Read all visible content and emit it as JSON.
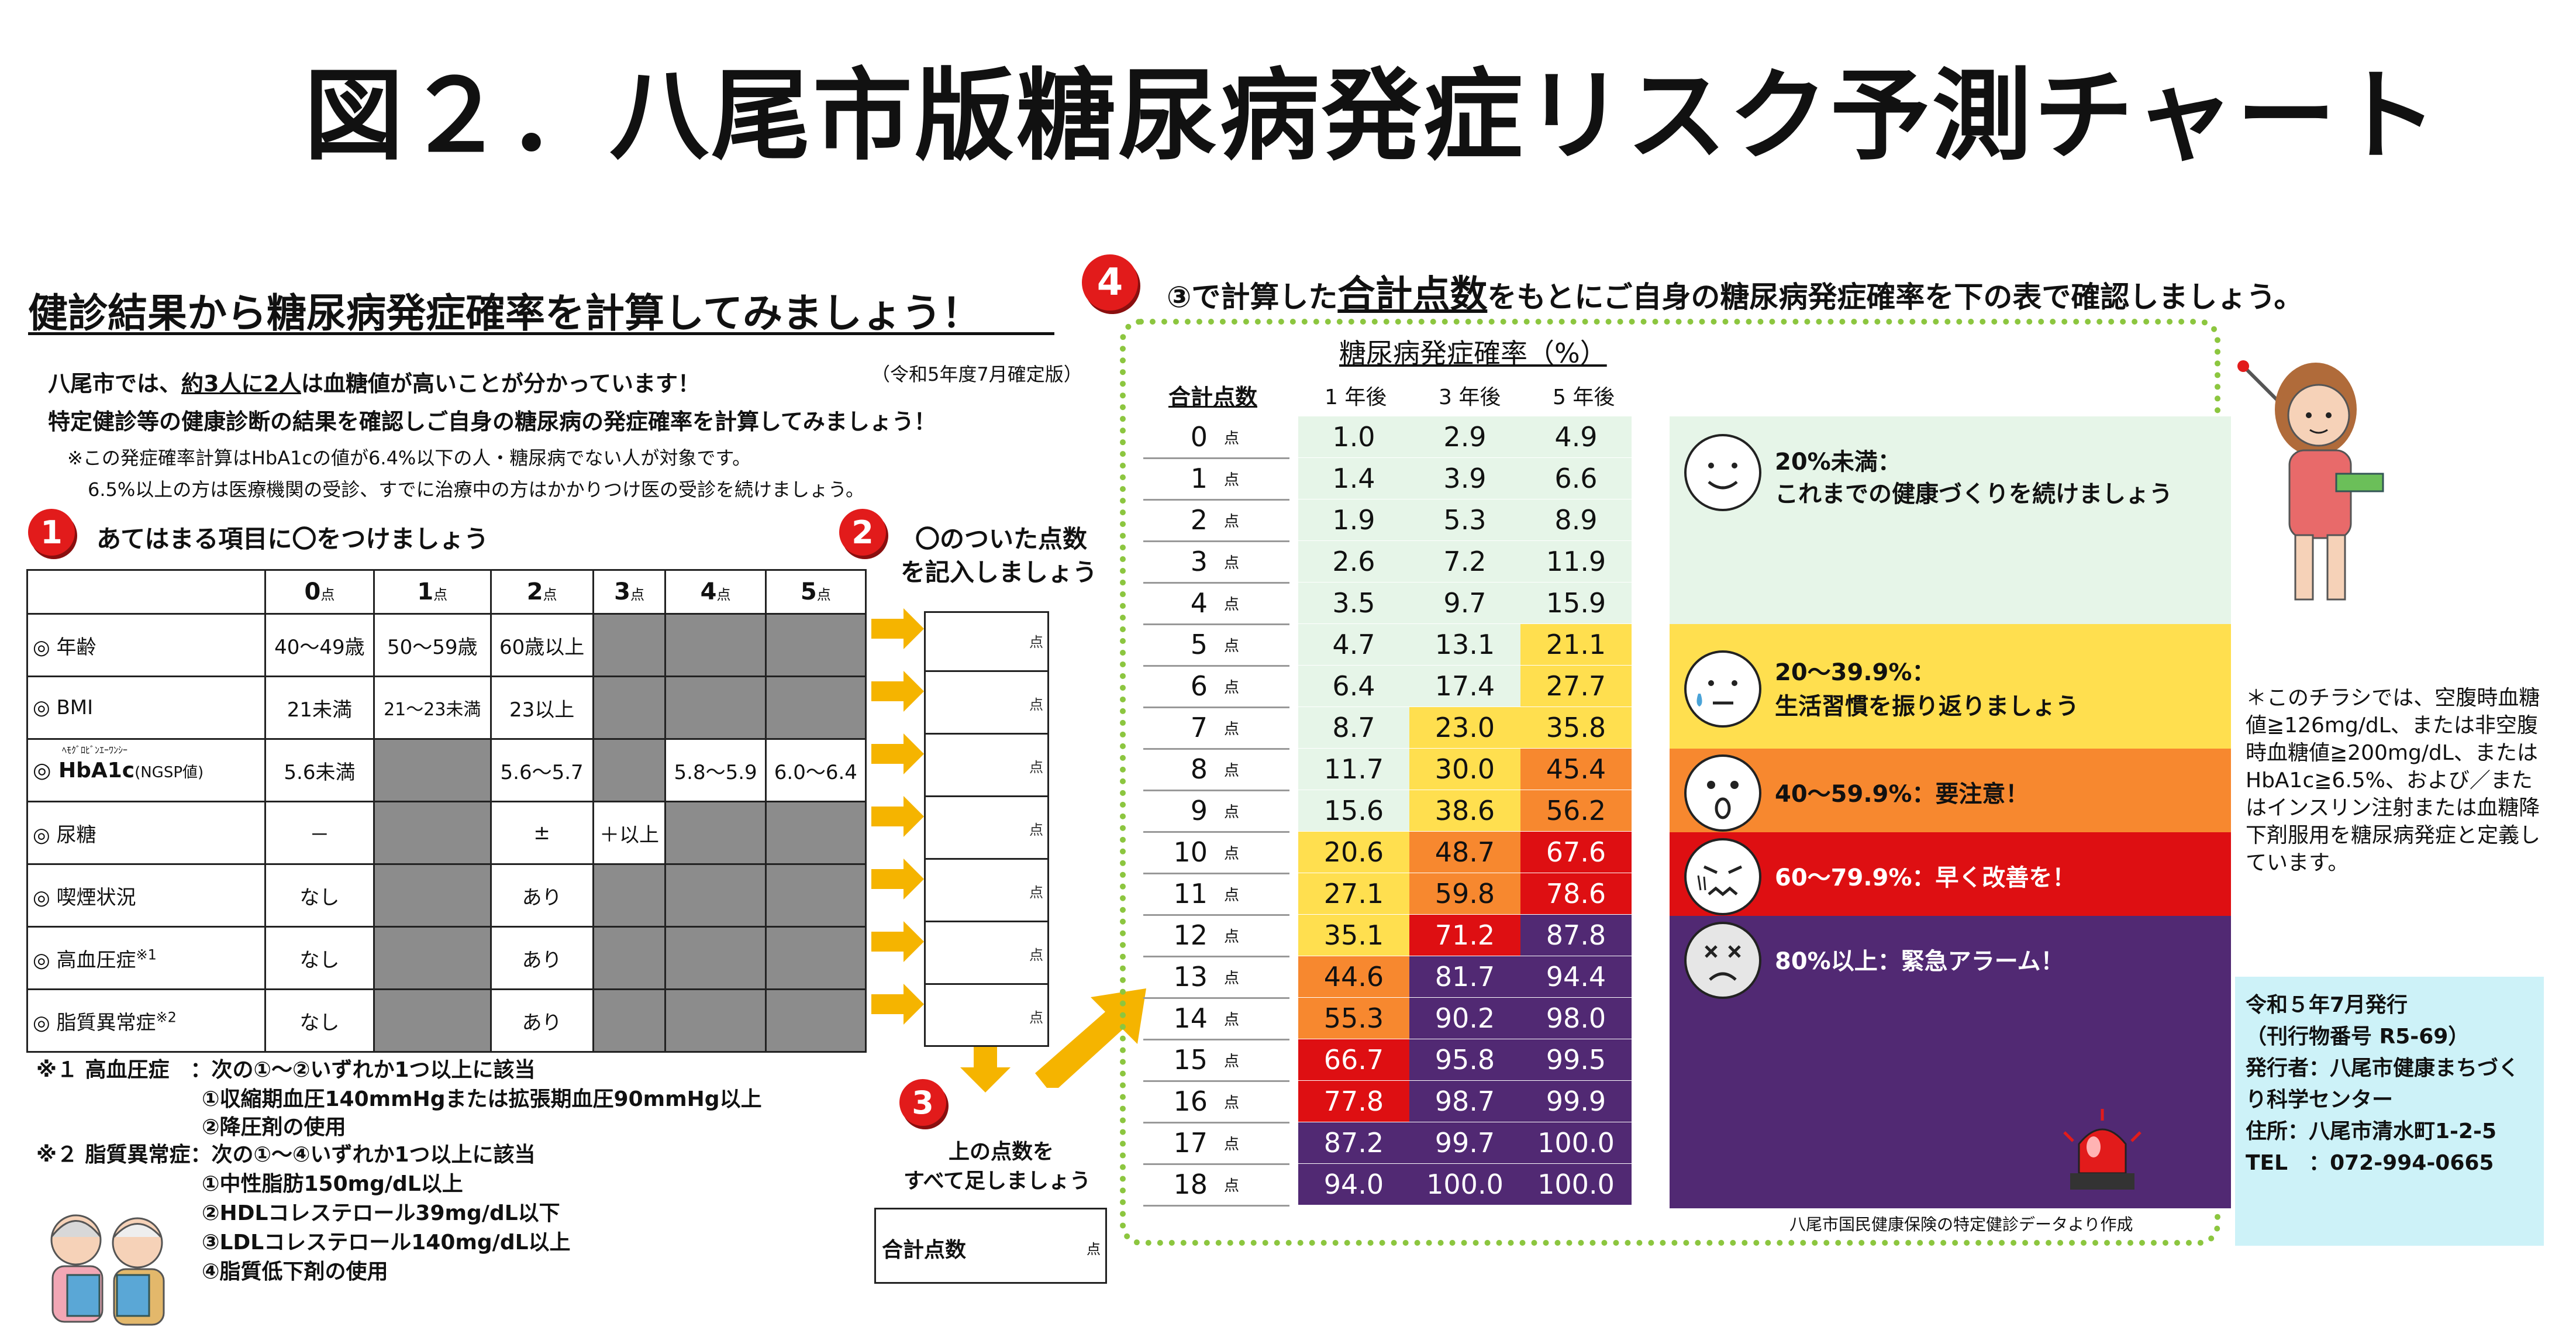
{
  "title": "図２．八尾市版糖尿病発症リスク予測チャート",
  "left": {
    "heading": "健診結果から糖尿病発症確率を計算してみましょう！",
    "intro1_a": "八尾市では、",
    "intro1_b": "約3人に2人",
    "intro1_c": "は血糖値が高いことが分かっています！",
    "date_note": "（令和5年度7月確定版）",
    "intro2": "特定健診等の健康診断の結果を確認しご自身の糖尿病の発症確率を計算してみましょう！",
    "note1": "※この発症確率計算はHbA1cの値が6.4%以下の人・糖尿病でない人が対象です。",
    "note2": "6.5%以上の方は医療機関の受診、すでに治療中の方はかかりつけ医の受診を続けましょう。"
  },
  "step1": {
    "num": "1",
    "label": "あてはまる項目に〇をつけましょう"
  },
  "step2": {
    "num": "2",
    "line1": "〇のついた点数",
    "line2": "を記入しましょう"
  },
  "step3": {
    "num": "3",
    "line1": "上の点数を",
    "line2": "すべて足しましょう"
  },
  "step4": {
    "num": "4",
    "pre": "③で計算した",
    "emph": "合計点数",
    "post": "をもとにご自身の糖尿病発症確率を下の表で確認しましょう。"
  },
  "score_table": {
    "headers": [
      {
        "n": "0",
        "u": "点"
      },
      {
        "n": "1",
        "u": "点"
      },
      {
        "n": "2",
        "u": "点"
      },
      {
        "n": "3",
        "u": "点"
      },
      {
        "n": "4",
        "u": "点"
      },
      {
        "n": "5",
        "u": "点"
      }
    ],
    "rows": [
      {
        "label": "◎ 年齢",
        "cells": [
          "40～49歳",
          "50～59歳",
          "60歳以上",
          "",
          "",
          ""
        ]
      },
      {
        "label": "◎ BMI",
        "cells": [
          "21未満",
          "21～23未満",
          "23以上",
          "",
          "",
          ""
        ]
      },
      {
        "label": "◎ HbA1c",
        "label_small": "(NGSP値)",
        "ruby": "ﾍﾓｸﾞﾛﾋﾞﾝｴｰﾜﾝｼｰ",
        "cells": [
          "5.6未満",
          "",
          "5.6～5.7",
          "",
          "5.8～5.9",
          "6.0～6.4"
        ]
      },
      {
        "label": "◎ 尿糖",
        "cells": [
          "－",
          "",
          "±",
          "＋以上",
          "",
          ""
        ]
      },
      {
        "label": "◎ 喫煙状況",
        "cells": [
          "なし",
          "",
          "あり",
          "",
          "",
          ""
        ]
      },
      {
        "label": "◎ 高血圧症",
        "label_note": "※1",
        "cells": [
          "なし",
          "",
          "あり",
          "",
          "",
          ""
        ]
      },
      {
        "label": "◎ 脂質異常症",
        "label_note": "※2",
        "cells": [
          "なし",
          "",
          "あり",
          "",
          "",
          ""
        ]
      }
    ],
    "point_unit": "点"
  },
  "total": {
    "label": "合計点数",
    "unit": "点"
  },
  "footnotes": {
    "n1_head": "※１ 高血圧症　：次の①～②いずれか1つ以上に該当",
    "n1_a": "①収縮期血圧140mmHgまたは拡張期血圧90mmHg以上",
    "n1_b": "②降圧剤の使用",
    "n2_head": "※２ 脂質異常症：次の①～④いずれか1つ以上に該当",
    "n2_a": "①中性脂肪150mg/dL以上",
    "n2_b": "②HDLコレステロール39mg/dL以下",
    "n2_c": "③LDLコレステロール140mg/dL以上",
    "n2_d": "④脂質低下剤の使用"
  },
  "risk_table": {
    "title": "糖尿病発症確率（%）",
    "col_total": "合計点数",
    "col_1": "1 年後",
    "col_3": "3 年後",
    "col_5": "5 年後",
    "unit": "点",
    "rows": [
      {
        "s": "0",
        "y1": "1.0",
        "y3": "2.9",
        "y5": "4.9"
      },
      {
        "s": "1",
        "y1": "1.4",
        "y3": "3.9",
        "y5": "6.6"
      },
      {
        "s": "2",
        "y1": "1.9",
        "y3": "5.3",
        "y5": "8.9"
      },
      {
        "s": "3",
        "y1": "2.6",
        "y3": "7.2",
        "y5": "11.9"
      },
      {
        "s": "4",
        "y1": "3.5",
        "y3": "9.7",
        "y5": "15.9"
      },
      {
        "s": "5",
        "y1": "4.7",
        "y3": "13.1",
        "y5": "21.1"
      },
      {
        "s": "6",
        "y1": "6.4",
        "y3": "17.4",
        "y5": "27.7"
      },
      {
        "s": "7",
        "y1": "8.7",
        "y3": "23.0",
        "y5": "35.8"
      },
      {
        "s": "8",
        "y1": "11.7",
        "y3": "30.0",
        "y5": "45.4"
      },
      {
        "s": "9",
        "y1": "15.6",
        "y3": "38.6",
        "y5": "56.2"
      },
      {
        "s": "10",
        "y1": "20.6",
        "y3": "48.7",
        "y5": "67.6"
      },
      {
        "s": "11",
        "y1": "27.1",
        "y3": "59.8",
        "y5": "78.6"
      },
      {
        "s": "12",
        "y1": "35.1",
        "y3": "71.2",
        "y5": "87.8"
      },
      {
        "s": "13",
        "y1": "44.6",
        "y3": "81.7",
        "y5": "94.4"
      },
      {
        "s": "14",
        "y1": "55.3",
        "y3": "90.2",
        "y5": "98.0"
      },
      {
        "s": "15",
        "y1": "66.7",
        "y3": "95.8",
        "y5": "99.5"
      },
      {
        "s": "16",
        "y1": "77.8",
        "y3": "98.7",
        "y5": "99.9"
      },
      {
        "s": "17",
        "y1": "87.2",
        "y3": "99.7",
        "y5": "100.0"
      },
      {
        "s": "18",
        "y1": "94.0",
        "y3": "100.0",
        "y5": "100.0"
      }
    ],
    "source": "八尾市国民健康保険の特定健診データより作成"
  },
  "zones": {
    "z1_a": "20%未満：",
    "z1_b": "これまでの健康づくりを続けましょう",
    "z2_a": "20～39.9%：",
    "z2_b": "生活習慣を振り返りましょう",
    "z3": "40～59.9%：要注意！",
    "z4": "60～79.9%：早く改善を！",
    "z5": "80%以上：緊急アラーム！"
  },
  "colors": {
    "green": "#e6f5e8",
    "yellow": "#ffdf4f",
    "orange": "#f7882f",
    "red": "#de0f12",
    "purple": "#512973",
    "info_bg": "#cdf2f8",
    "dot_border": "#8cc63f"
  },
  "side_note": "＊このチラシでは、空腹時血糖値≧126mg/dL、または非空腹時血糖値≧200mg/dL、またはHbA1c≧6.5%、および／またはインスリン注射または血糖降下剤服用を糖尿病発症と定義しています。",
  "info": {
    "l1": "令和５年7月発行",
    "l2": "（刊行物番号 R5-69）",
    "l3": "発行者：八尾市健康まちづくり科学センター",
    "l4": "住所：八尾市清水町1-2-5",
    "l5": "TEL　：072-994-0665"
  }
}
